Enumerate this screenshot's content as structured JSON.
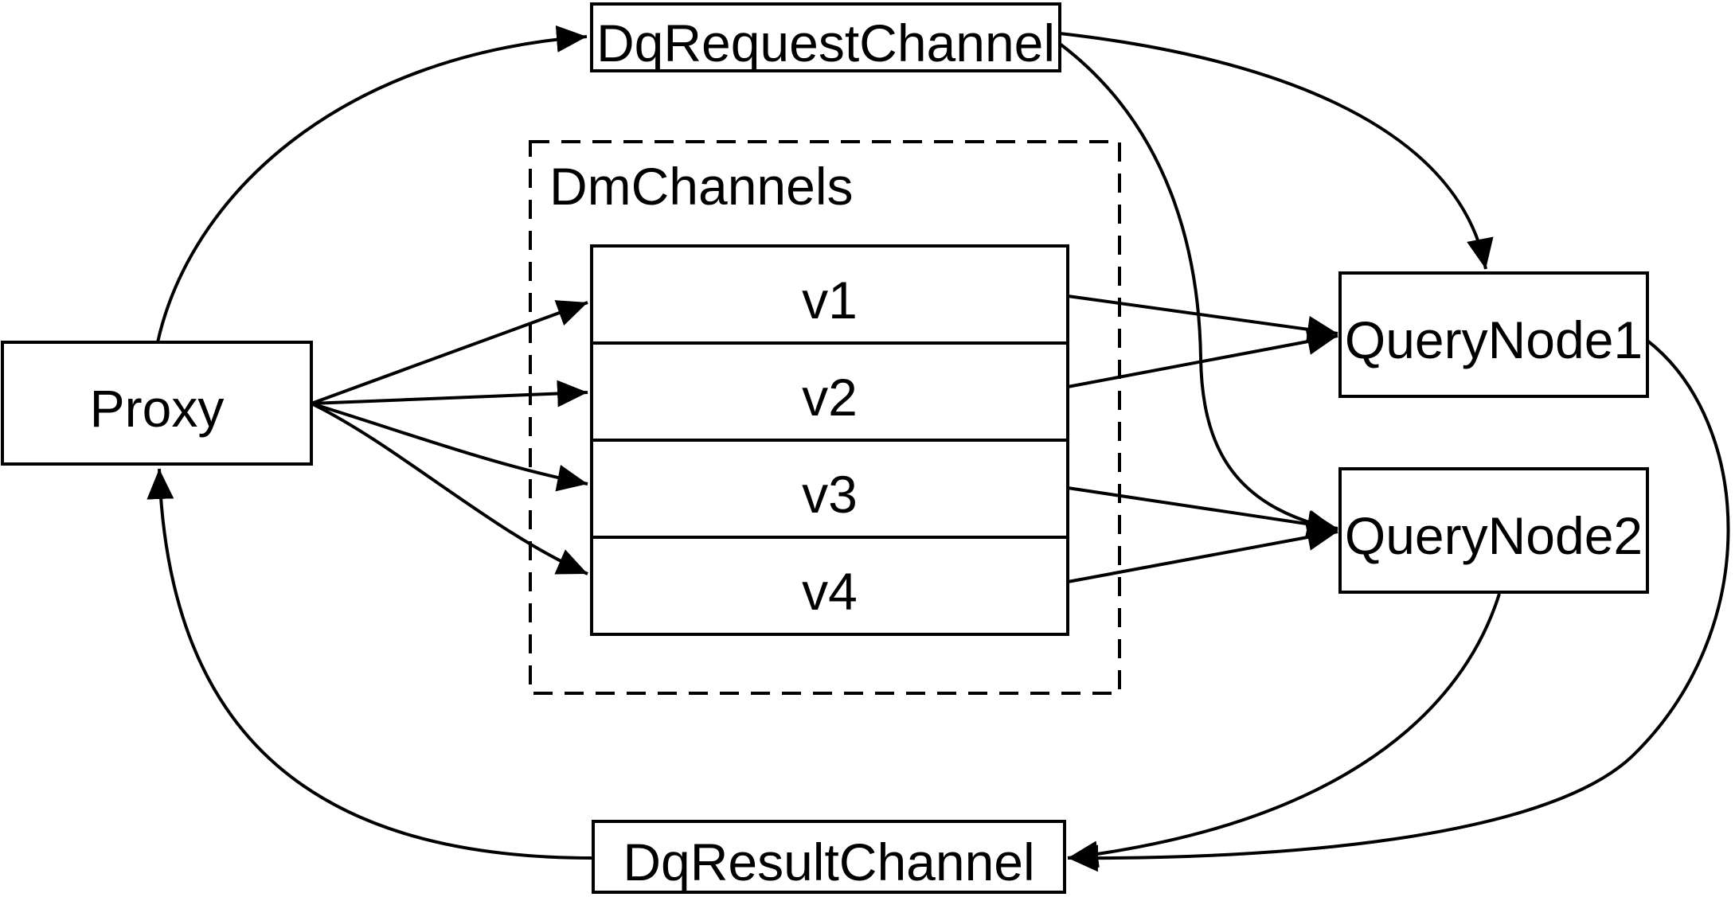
{
  "diagram": {
    "background_color": "#ffffff",
    "line_color": "#000000",
    "box_fill_color": "#ffffff",
    "nodes": {
      "dq_request_channel": {
        "label": "DqRequestChannel"
      },
      "proxy": {
        "label": "Proxy"
      },
      "dm_channels": {
        "label": "DmChannels",
        "channels": [
          "v1",
          "v2",
          "v3",
          "v4"
        ]
      },
      "query_node_1": {
        "label": "QueryNode1"
      },
      "query_node_2": {
        "label": "QueryNode2"
      },
      "dq_result_channel": {
        "label": "DqResultChannel"
      }
    },
    "edges": [
      {
        "from": "Proxy",
        "to": "DqRequestChannel"
      },
      {
        "from": "Proxy",
        "to": "v1"
      },
      {
        "from": "Proxy",
        "to": "v2"
      },
      {
        "from": "Proxy",
        "to": "v3"
      },
      {
        "from": "Proxy",
        "to": "v4"
      },
      {
        "from": "v1",
        "to": "QueryNode1"
      },
      {
        "from": "v2",
        "to": "QueryNode1"
      },
      {
        "from": "v3",
        "to": "QueryNode2"
      },
      {
        "from": "v4",
        "to": "QueryNode2"
      },
      {
        "from": "DqRequestChannel",
        "to": "QueryNode1"
      },
      {
        "from": "DqRequestChannel",
        "to": "QueryNode2"
      },
      {
        "from": "QueryNode1",
        "to": "DqResultChannel"
      },
      {
        "from": "QueryNode2",
        "to": "DqResultChannel"
      },
      {
        "from": "DqResultChannel",
        "to": "Proxy"
      }
    ]
  }
}
